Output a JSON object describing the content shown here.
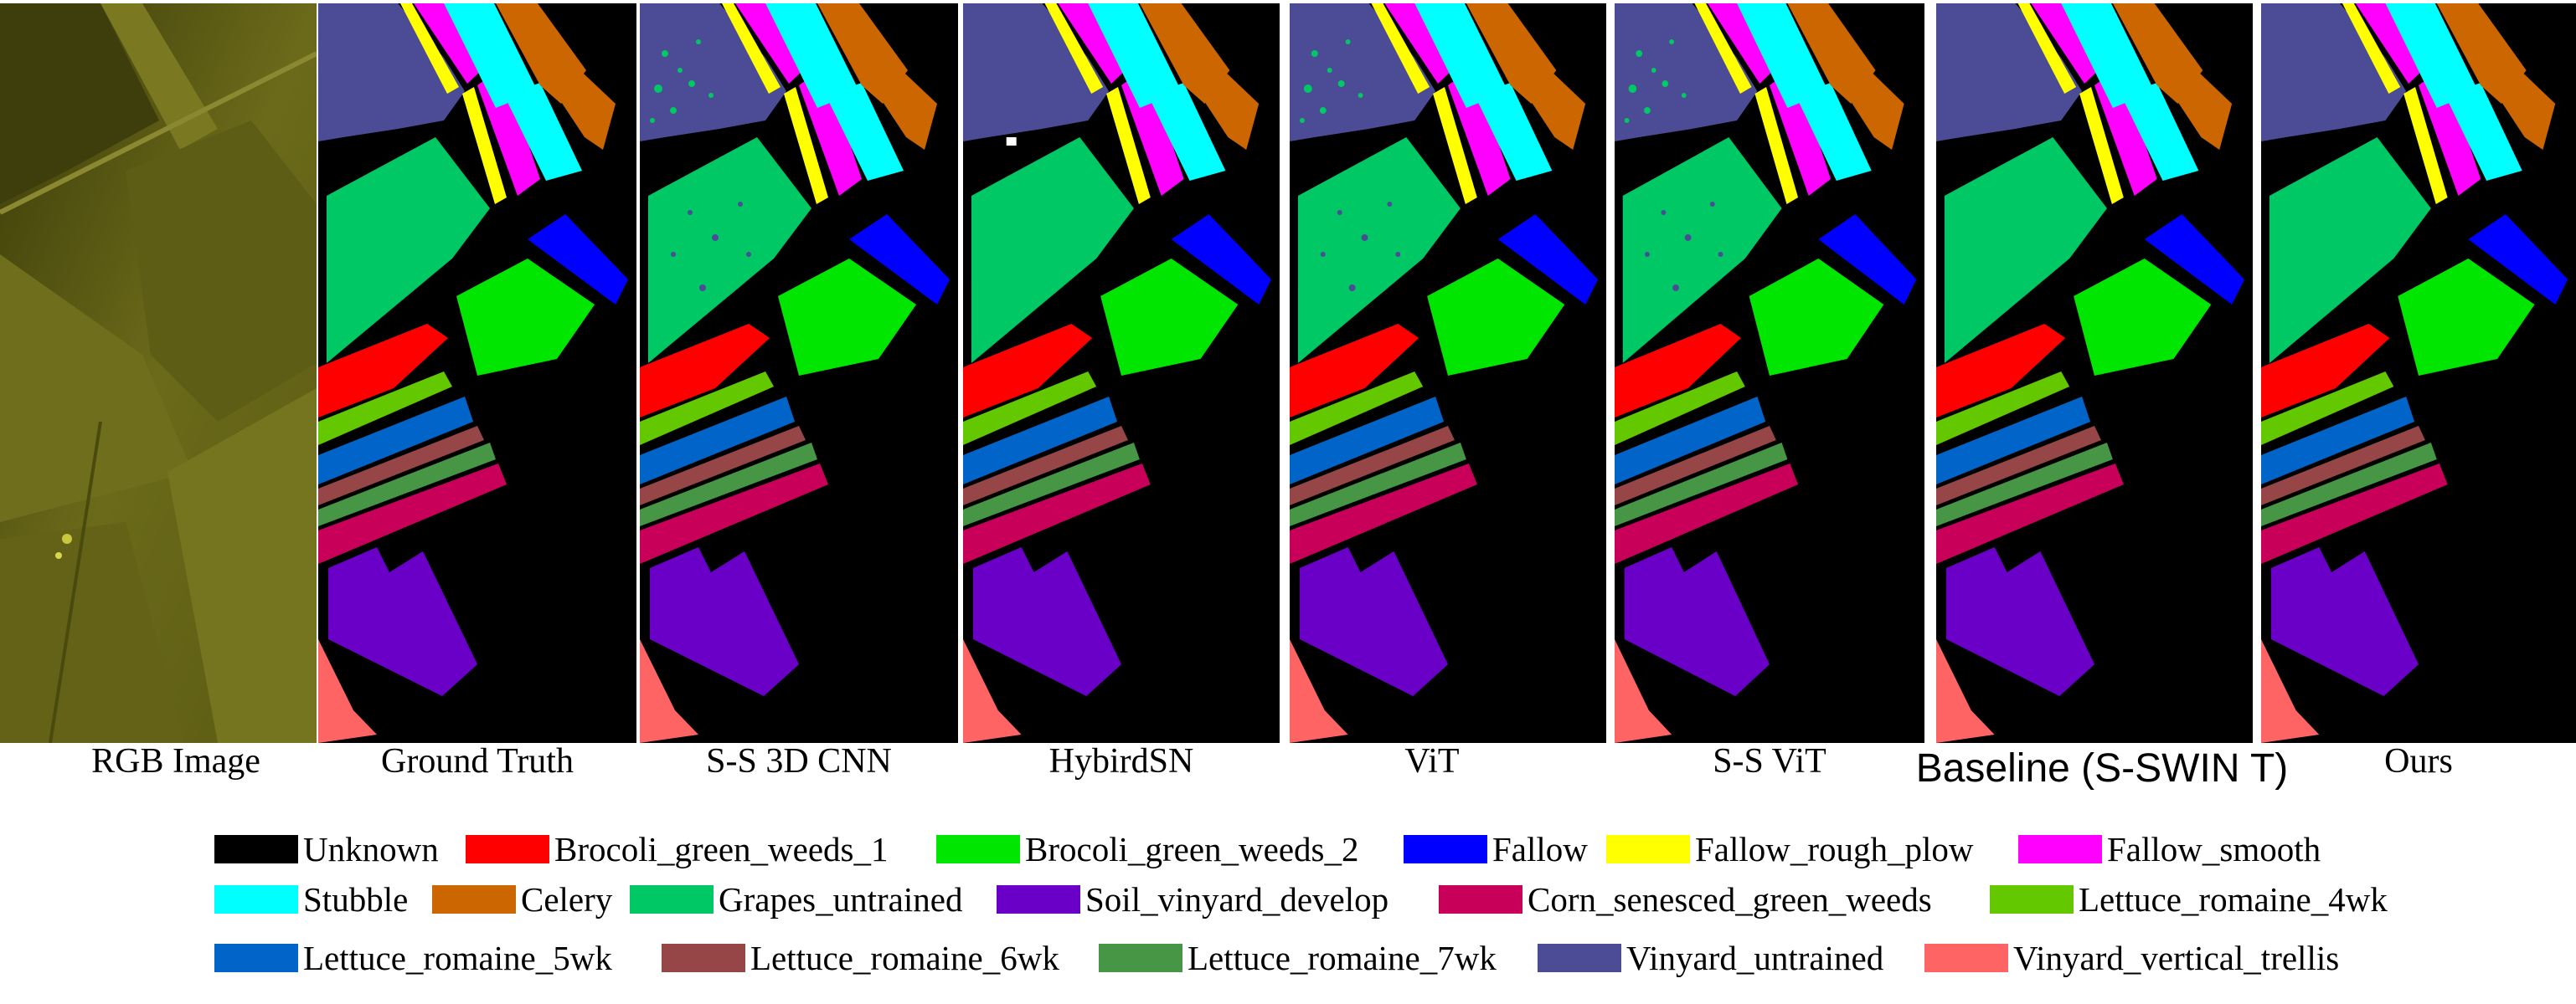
{
  "panels": [
    {
      "id": "rgb",
      "caption": "RGB Image"
    },
    {
      "id": "gt",
      "caption": "Ground Truth"
    },
    {
      "id": "cnn3d",
      "caption": "S-S 3D CNN"
    },
    {
      "id": "hybridsn",
      "caption": "HybirdSN"
    },
    {
      "id": "vit",
      "caption": "ViT"
    },
    {
      "id": "ssvit",
      "caption": "S-S ViT"
    },
    {
      "id": "baseline",
      "caption": "Baseline (S-SWIN T)"
    },
    {
      "id": "ours",
      "caption": "Ours"
    }
  ],
  "legend": [
    {
      "label": "Unknown",
      "color": "#000000"
    },
    {
      "label": "Brocoli_green_weeds_1",
      "color": "#ff0000"
    },
    {
      "label": "Brocoli_green_weeds_2",
      "color": "#00e600"
    },
    {
      "label": "Fallow",
      "color": "#0000ff"
    },
    {
      "label": "Fallow_rough_plow",
      "color": "#ffff00"
    },
    {
      "label": "Fallow_smooth",
      "color": "#ff00ff"
    },
    {
      "label": "Stubble",
      "color": "#00ffff"
    },
    {
      "label": "Celery",
      "color": "#cc6600"
    },
    {
      "label": "Grapes_untrained",
      "color": "#00c864"
    },
    {
      "label": "Soil_vinyard_develop",
      "color": "#6a00c8"
    },
    {
      "label": "Corn_senesced_green_weeds",
      "color": "#c8005a"
    },
    {
      "label": "Lettuce_romaine_4wk",
      "color": "#64c800"
    },
    {
      "label": "Lettuce_romaine_5wk",
      "color": "#0064c8"
    },
    {
      "label": "Lettuce_romaine_6wk",
      "color": "#964646"
    },
    {
      "label": "Lettuce_romaine_7wk",
      "color": "#469646"
    },
    {
      "label": "Vinyard_untrained",
      "color": "#4b4b96"
    },
    {
      "label": "Vinyard_vertical_trellis",
      "color": "#ff6464"
    }
  ]
}
